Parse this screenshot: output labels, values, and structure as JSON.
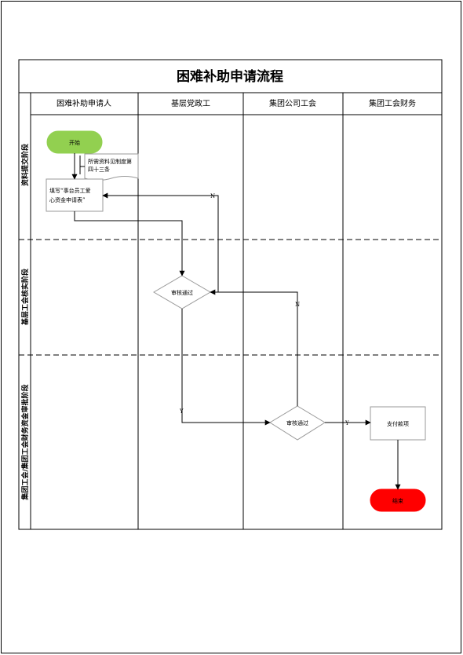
{
  "title": "困难补助申请流程",
  "columns": [
    "困难补助申请人",
    "基层党政工",
    "集团公司工会",
    "集团工会财务"
  ],
  "phases": [
    "资料提交阶段",
    "基层工会核实阶段",
    "集团工会/集团工会财务资金审批阶段"
  ],
  "nodes": {
    "start": "开始",
    "note_line1": "所需资料见制度第",
    "note_line2": "四十三条",
    "fill_line1": "填写“事台员工爱",
    "fill_line2": "心资金申请表”",
    "review1": "审核通过",
    "review2": "审核通过",
    "pay": "支付款项",
    "end": "结束"
  },
  "edges": {
    "review1_no": "N",
    "review1_yes": "Y",
    "review2_no": "N",
    "review2_yes": "Y"
  },
  "colors": {
    "start_fill": "#92d050",
    "end_fill": "#ff0000",
    "line": "#000000",
    "node_border": "#9a9a9a"
  }
}
